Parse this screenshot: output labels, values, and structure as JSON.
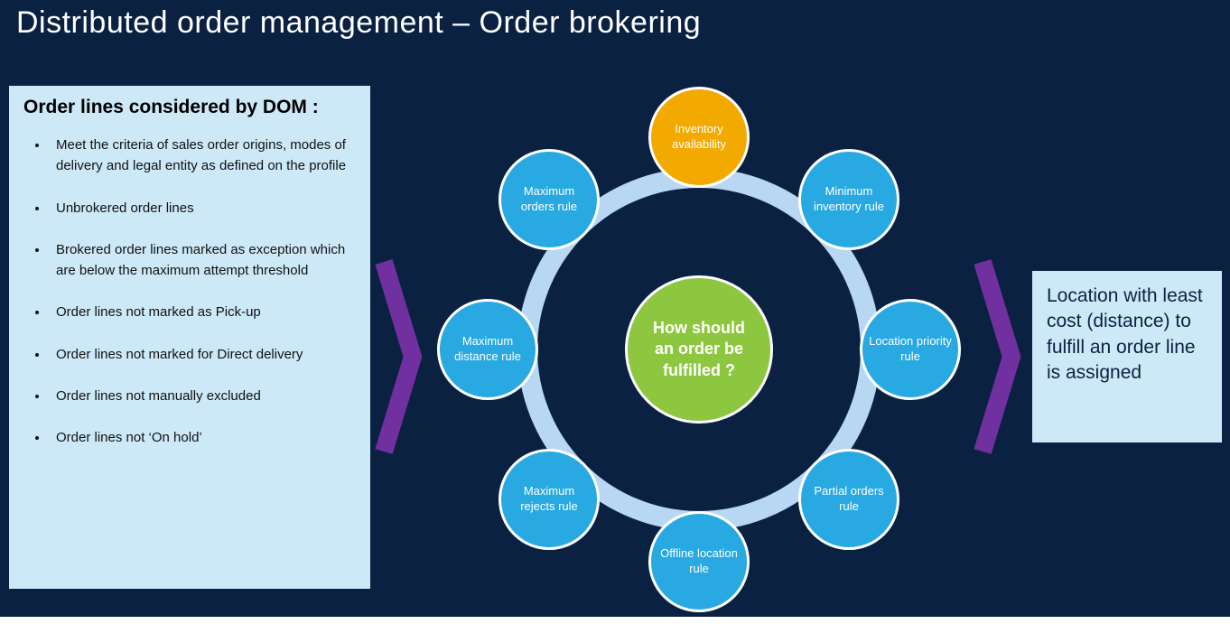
{
  "slide": {
    "title": "Distributed order management – Order brokering"
  },
  "left_panel": {
    "heading": "Order lines considered by DOM :",
    "bullets": [
      "Meet the criteria of sales order origins, modes of delivery and legal entity as defined on the profile",
      "Unbrokered order lines",
      "Brokered order lines marked as exception which are below the maximum attempt threshold",
      "Order lines not marked as Pick-up",
      "Order lines not marked for Direct delivery",
      "Order lines not manually excluded",
      "Order lines not ‘On hold’"
    ]
  },
  "diagram": {
    "center": {
      "label": "How should an order be fulfilled ?",
      "color": "#8dc63f"
    },
    "nodes": [
      {
        "label": "Inventory availability",
        "color": "#f2a900"
      },
      {
        "label": "Minimum inventory rule",
        "color": "#29a9e1"
      },
      {
        "label": "Location priority rule",
        "color": "#29a9e1"
      },
      {
        "label": "Partial orders rule",
        "color": "#29a9e1"
      },
      {
        "label": "Offline location rule",
        "color": "#29a9e1"
      },
      {
        "label": "Maximum rejects rule",
        "color": "#29a9e1"
      },
      {
        "label": "Maximum distance rule",
        "color": "#29a9e1"
      },
      {
        "label": "Maximum orders rule",
        "color": "#29a9e1"
      }
    ]
  },
  "right_panel": {
    "text": "Location with least cost (distance) to fulfill an order line is assigned"
  },
  "colors": {
    "background": "#0b2142",
    "panel": "#cde9f7",
    "ring": "#b7d7f2",
    "blue_node": "#29a9e1",
    "orange_node": "#f2a900",
    "green_node": "#8dc63f",
    "chevron": "#7030a0"
  }
}
